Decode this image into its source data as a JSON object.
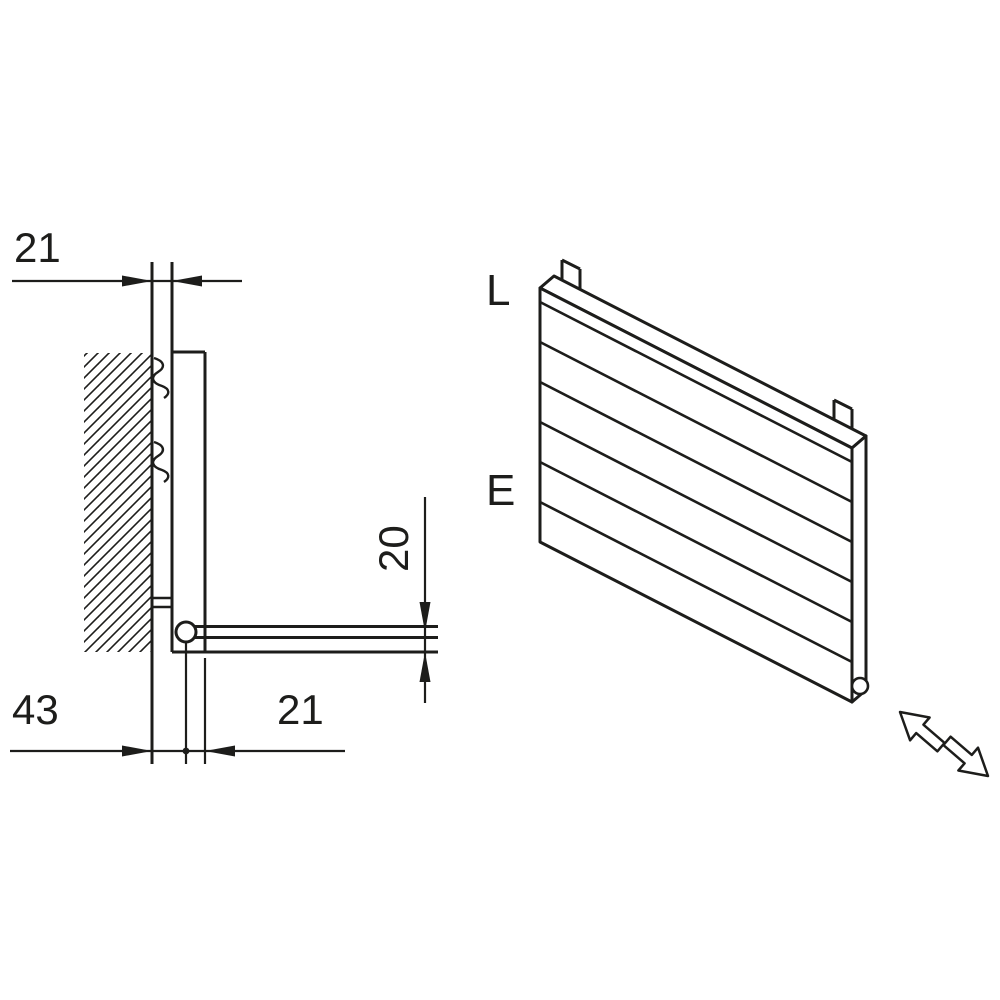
{
  "side_view": {
    "dim_top_gap": "21",
    "dim_bottom_left": "43",
    "dim_bottom_right": "21",
    "dim_vertical": "20"
  },
  "iso_view": {
    "label_l": "L",
    "label_e": "E"
  },
  "colors": {
    "line": "#1d1d1b",
    "background": "#ffffff"
  }
}
